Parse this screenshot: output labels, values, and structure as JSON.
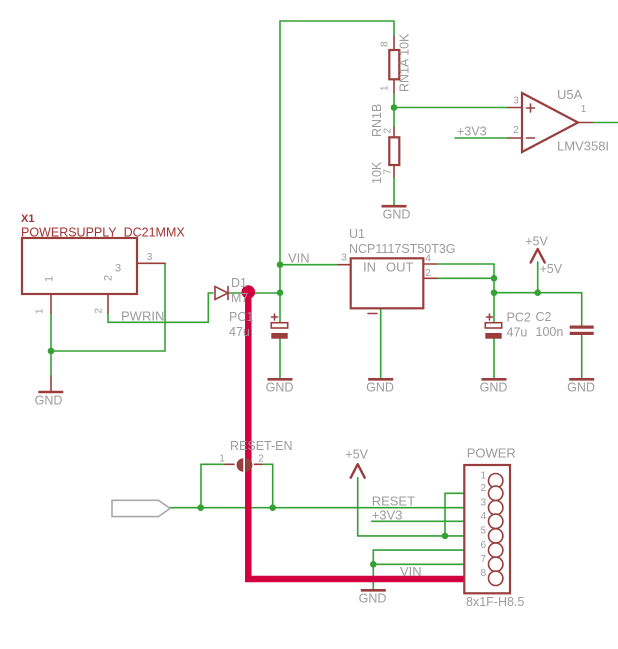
{
  "colors": {
    "background": "#ffffff",
    "wire_green": "#33a133",
    "component_red": "#993d3d",
    "highlight_trace": "#d2003e",
    "annotation_gray": "#9c9c9c",
    "part_name_red": "#a53232",
    "flag_gray": "#a8a8a8"
  },
  "labels": {
    "gnd": "GND",
    "pwrin": "PWRIN",
    "vin": "VIN",
    "reset": "RESET",
    "p3v3": "+3V3",
    "p5v": "+5V",
    "power_title": "POWER",
    "power_value": "8x1F-H8.5",
    "reset_en": "RESET-EN"
  },
  "parts": {
    "x1": {
      "name": "X1",
      "value": "POWERSUPPLY_DC21MMX",
      "pin1": "1",
      "pin2": "2",
      "pin3": "3"
    },
    "d1": {
      "name": "D1",
      "value": "M7"
    },
    "pc1": {
      "name": "PC1",
      "value": "47u"
    },
    "pc2": {
      "name": "PC2",
      "value": "47u"
    },
    "c2": {
      "name": "C2",
      "value": "100n"
    },
    "u1": {
      "name": "U1",
      "value": "NCP1117ST50T3G",
      "pin_in": "IN",
      "pin_out": "OUT",
      "pin2": "2",
      "pin3": "3",
      "pin4": "4"
    },
    "rn1a": {
      "label": "RN1A 10K",
      "pin_top": "8",
      "pin_bottom": "1"
    },
    "rn1b": {
      "name": "RN1B",
      "value": "10K",
      "pin_top": "2",
      "pin_bottom": "7"
    },
    "u5a": {
      "name": "U5A",
      "value": "LMV358I",
      "pin_out": "1",
      "pin_inplus": "3",
      "pin_inminus": "2"
    },
    "reset_en": {
      "pin1": "1",
      "pin2": "2"
    },
    "power": {
      "pins": [
        "1",
        "2",
        "3",
        "4",
        "5",
        "6",
        "7",
        "8"
      ]
    }
  }
}
